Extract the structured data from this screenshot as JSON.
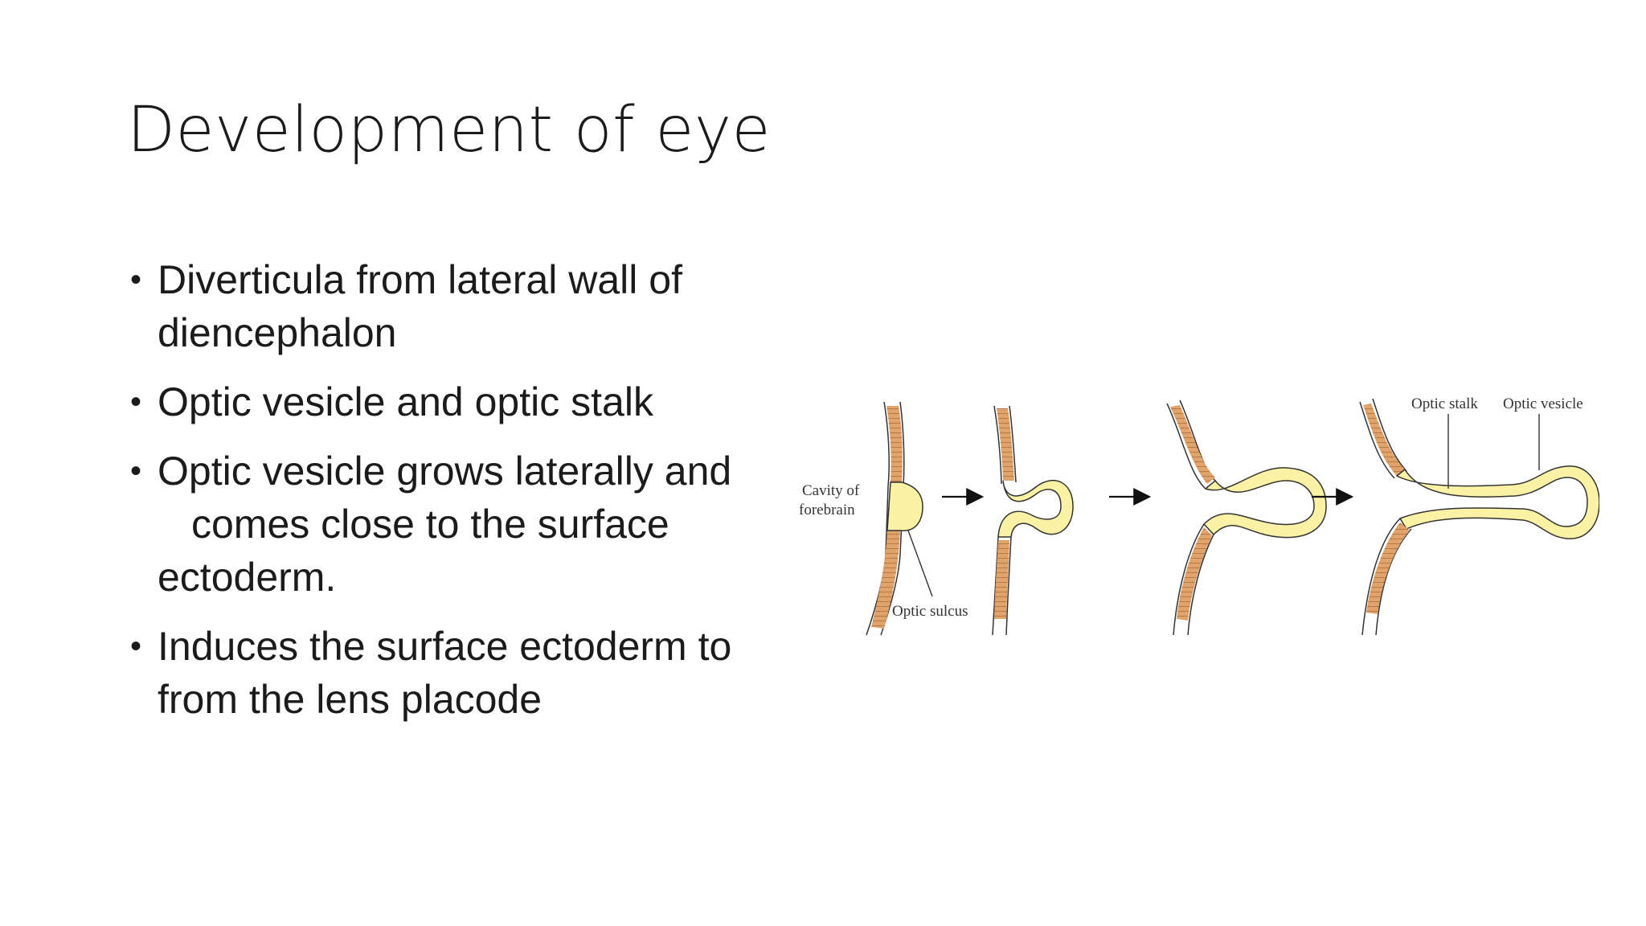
{
  "slide": {
    "title": "Development of eye",
    "bullets": [
      {
        "lines": [
          "Diverticula from lateral wall of",
          "diencephalon"
        ]
      },
      {
        "lines": [
          "Optic vesicle and optic stalk"
        ]
      },
      {
        "lines": [
          "Optic vesicle grows laterally and",
          "comes close to the surface",
          "ectoderm."
        ]
      },
      {
        "lines": [
          "Induces the surface ectoderm to",
          "from the lens placode"
        ]
      }
    ]
  },
  "diagram": {
    "labels": {
      "cavity_of": "Cavity of",
      "forebrain": "forebrain",
      "optic_sulcus": "Optic sulcus",
      "optic_stalk": "Optic stalk",
      "optic_vesicle": "Optic vesicle"
    },
    "colors": {
      "neural_tissue": "#fbf2a6",
      "ectoderm_stripe": "#e0a36a",
      "outline": "#333333",
      "arrow": "#111111"
    }
  }
}
